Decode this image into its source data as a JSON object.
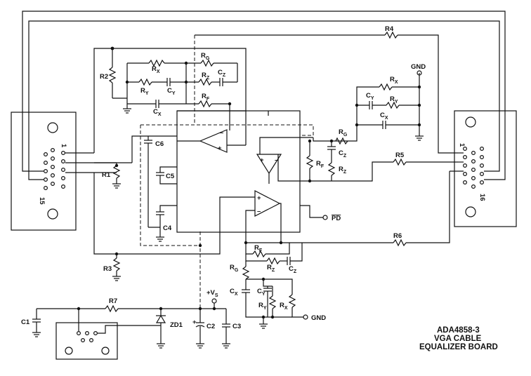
{
  "board": {
    "title": "ADA4858-3",
    "subtitle_1": "VGA CABLE",
    "subtitle_2": "EQUALIZER BOARD"
  },
  "connectors": {
    "left": {
      "pin_first": "1",
      "pin_last": "15"
    },
    "right": {
      "pin_first": "1",
      "pin_last": "16"
    }
  },
  "labels": {
    "R": "R",
    "C": "C",
    "R4": "R4",
    "R5": "R5",
    "R6": "R6",
    "R7": "R7",
    "R1": "R1",
    "R2": "R2",
    "R3": "R3",
    "C1": "C1",
    "C2": "C2",
    "C3": "C3",
    "C4": "C4",
    "C5": "C5",
    "C6": "C6",
    "ZD1": "ZD1",
    "GND": "GND",
    "vs": "+V",
    "PD": "PD",
    "sub_G": "G",
    "sub_X": "X",
    "sub_Y": "Y",
    "sub_Z": "Z",
    "sub_F": "F",
    "sub_S": "S"
  }
}
